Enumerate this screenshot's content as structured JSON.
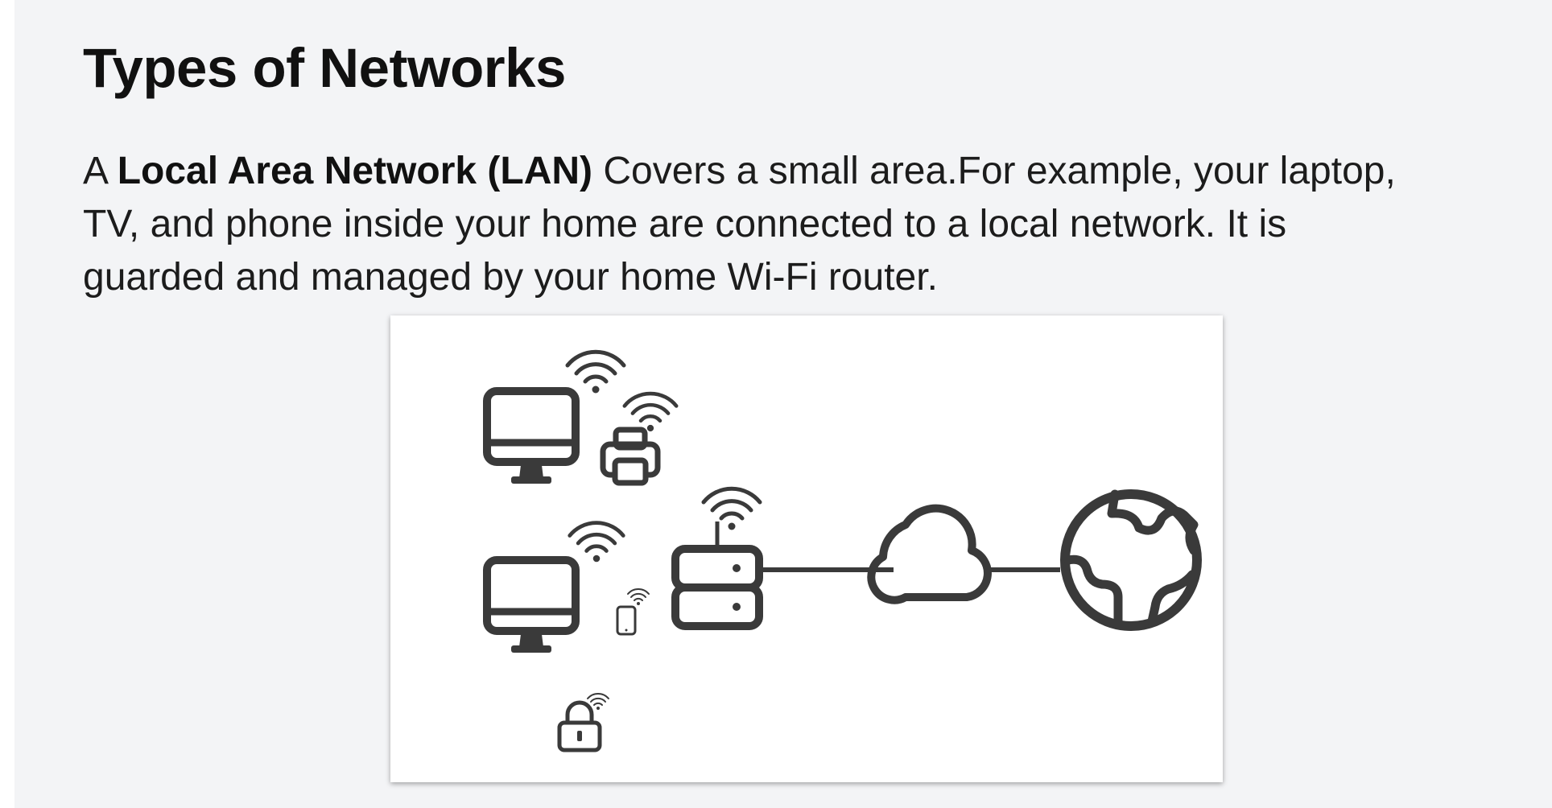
{
  "heading": "Types of Networks",
  "paragraph": {
    "prefix": "A ",
    "term": "Local Area Network (LAN)",
    "line1_rest": " Covers a small area.For example, your laptop,",
    "line2": "TV, and phone inside your home are connected to a local network. It is",
    "line3": "guarded and managed by your home Wi-Fi router."
  },
  "diagram": {
    "devices": [
      "desktop-computer",
      "printer",
      "desktop-computer",
      "smartphone",
      "smart-lock"
    ],
    "hub": "wifi-router",
    "links": [
      "router-to-cloud",
      "cloud-to-internet"
    ],
    "icon_color": "#3a3a3a"
  }
}
